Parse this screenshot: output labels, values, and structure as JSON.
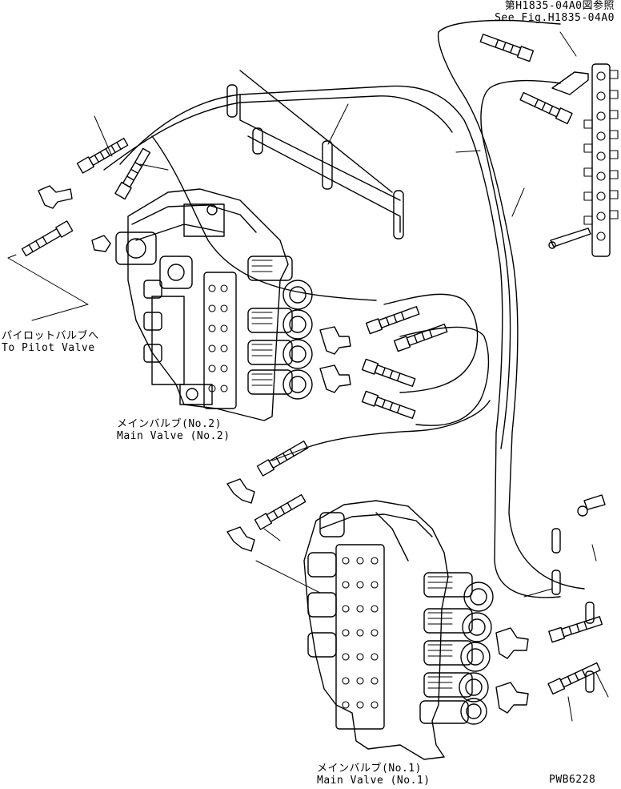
{
  "ref_figure": {
    "jp": "第H1835-04A0図参照",
    "en": "See Fig.H1835-04A0"
  },
  "pilot_valve": {
    "jp": "パイロットバルブへ",
    "en": "To Pilot Valve"
  },
  "main_valve_2": {
    "jp": "メインバルブ(No.2)",
    "en": "Main Valve (No.2)"
  },
  "main_valve_1": {
    "jp": "メインバルブ(No.1)",
    "en": "Main Valve (No.1)"
  },
  "drawing_code": "PWB6228",
  "colors": {
    "ink": "#000000",
    "paper": "#ffffff"
  }
}
